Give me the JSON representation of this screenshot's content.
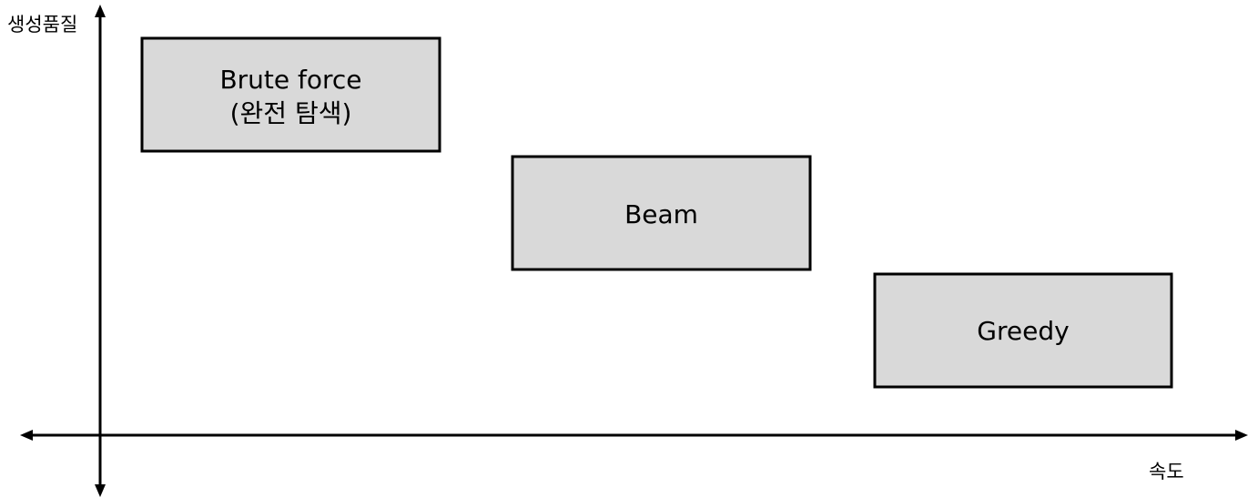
{
  "diagram": {
    "axes": {
      "y_label": "생성품질",
      "x_label": "속도"
    },
    "boxes": [
      {
        "line1": "Brute force",
        "line2": "(완전 탐색)"
      },
      {
        "line1": "Beam"
      },
      {
        "line1": "Greedy"
      }
    ]
  },
  "colors": {
    "box_fill": "#d9d9d9",
    "stroke": "#000000",
    "background": "#ffffff"
  }
}
